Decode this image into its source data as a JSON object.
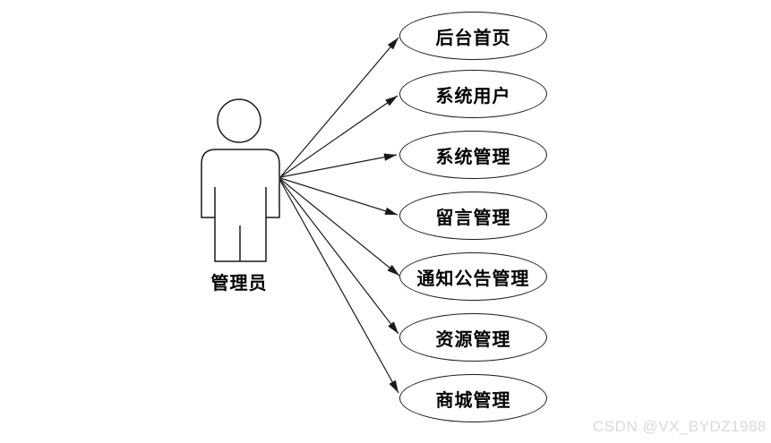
{
  "diagram": {
    "type": "uml-use-case",
    "actor": {
      "label": "管理员"
    },
    "use_cases": [
      {
        "label": "后台首页"
      },
      {
        "label": "系统用户"
      },
      {
        "label": "系统管理"
      },
      {
        "label": "留言管理"
      },
      {
        "label": "通知公告管理"
      },
      {
        "label": "资源管理"
      },
      {
        "label": "商城管理"
      }
    ],
    "colors": {
      "line": "#1a1a1a",
      "text": "#000000",
      "background": "#ffffff",
      "watermark": "#d9d9d9"
    }
  },
  "watermark": {
    "text": "CSDN @VX_BYDZ1988"
  }
}
